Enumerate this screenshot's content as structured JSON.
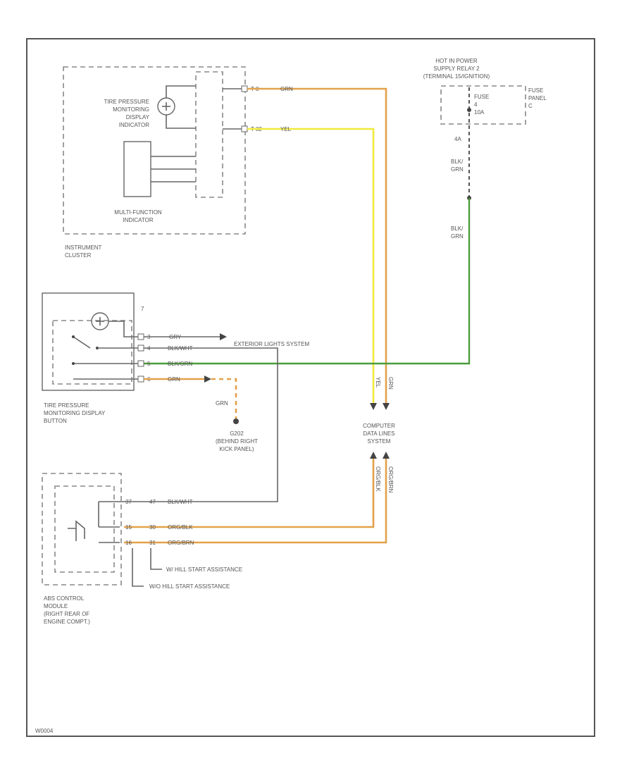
{
  "components": {
    "tpms_indicator": "TIRE PRESSURE\nMONITORING\nDISPLAY\nINDICATOR",
    "multifunction_indicator": "MULTI-FUNCTION\nINDICATOR",
    "instrument_cluster": "INSTRUMENT\nCLUSTER",
    "hot_power_relay": "HOT IN POWER\nSUPPLY RELAY 2\n(TERMINAL 15/IGNITION)",
    "fuse": "FUSE\n4\n10A",
    "fuse_panel": "FUSE\nPANEL\nC",
    "tpms_button": "TIRE PRESSURE\nMONITORING DISPLAY\nBUTTON",
    "ground": "G202\n(BEHIND RIGHT\nKICK PANEL)",
    "data_lines_station": "COMPUTER\nDATA LINES\nSYSTEM",
    "abs_module": "ABS CONTROL\nMODULE\n(RIGHT REAR OF\nENGINE COMPT.)",
    "exterior_lights": "EXTERIOR LIGHTS SYSTEM",
    "hill_start_1": "W/ HILL START ASSISTANCE",
    "hill_start_2": "W/O HILL START ASSISTANCE",
    "diagram_id": "W0004"
  },
  "wires": {
    "grn_cluster": "GRN",
    "yel_cluster": "YEL",
    "blk_grn_fuse": "BLK/\nGRN",
    "blk_grn_lower": "BLK/\nGRN",
    "gry": "GRY",
    "blk_wht": "BLK/WHT",
    "blk_grn_button": "BLK/GRN",
    "grn_button": "GRN",
    "grn_ground": "GRN",
    "yel_vert": "YEL",
    "grn_vert": "GRN",
    "org_blk_vert": "ORG/BLK",
    "org_brn_vert": "ORG/BRN",
    "abs_blk_wht": "BLK/WHT",
    "abs_org_blk": "ORG/BLK",
    "abs_org_brn": "ORG/BRN"
  },
  "pins": {
    "cluster_a": "T 8",
    "cluster_b": "T 32",
    "fuse_pin": "4A",
    "btn_1": "3",
    "btn_2": "4",
    "btn_3": "5",
    "btn_4": "6",
    "btn_top": "7",
    "abs_1": "37",
    "abs_2": "15",
    "abs_3": "16",
    "abs_w1": "47",
    "abs_w2": "30",
    "abs_w3": "31"
  },
  "colors": {
    "orange_wire": "#e3a14a",
    "yellow_wire": "#f0ea3c",
    "green_wire": "#4c9c3c",
    "grey_wire": "#666666"
  }
}
